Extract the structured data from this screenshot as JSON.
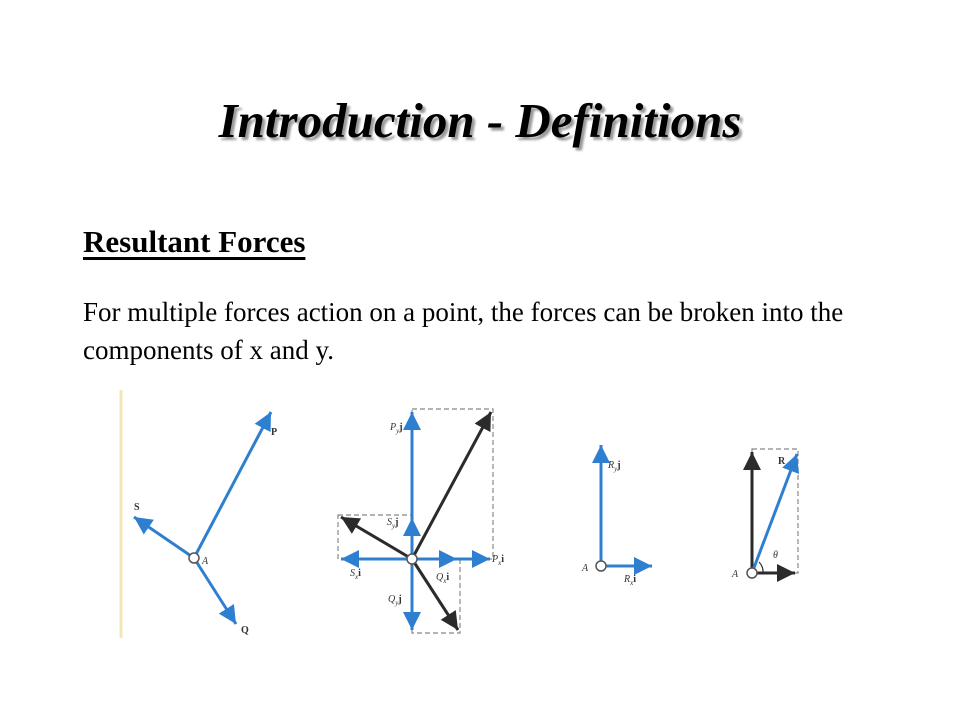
{
  "slide": {
    "title": "Introduction - Definitions",
    "heading": "Resultant Forces",
    "body": "For multiple forces action on a point, the forces can be broken into the components of x and y."
  },
  "figure": {
    "colors": {
      "blue": "#2f7fd1",
      "dark": "#2b2b2b",
      "dash": "#888888"
    },
    "panel1": {
      "P": "P",
      "S": "S",
      "Q": "Q",
      "A": "A"
    },
    "panel2": {
      "Py": {
        "main": "P",
        "sub": "y",
        "unit": "j"
      },
      "Sy": {
        "main": "S",
        "sub": "y",
        "unit": "j"
      },
      "Px": {
        "main": "P",
        "sub": "x",
        "unit": "i"
      },
      "Sx": {
        "main": "S",
        "sub": "x",
        "unit": "i"
      },
      "Qx": {
        "main": "Q",
        "sub": "x",
        "unit": "i"
      },
      "Qy": {
        "main": "Q",
        "sub": "y",
        "unit": "j"
      }
    },
    "panel3": {
      "Ry": {
        "main": "R",
        "sub": "y",
        "unit": "j"
      },
      "Rx": {
        "main": "R",
        "sub": "x",
        "unit": "i"
      },
      "A": "A"
    },
    "panel4": {
      "R": "R",
      "theta": "θ",
      "A": "A"
    }
  }
}
